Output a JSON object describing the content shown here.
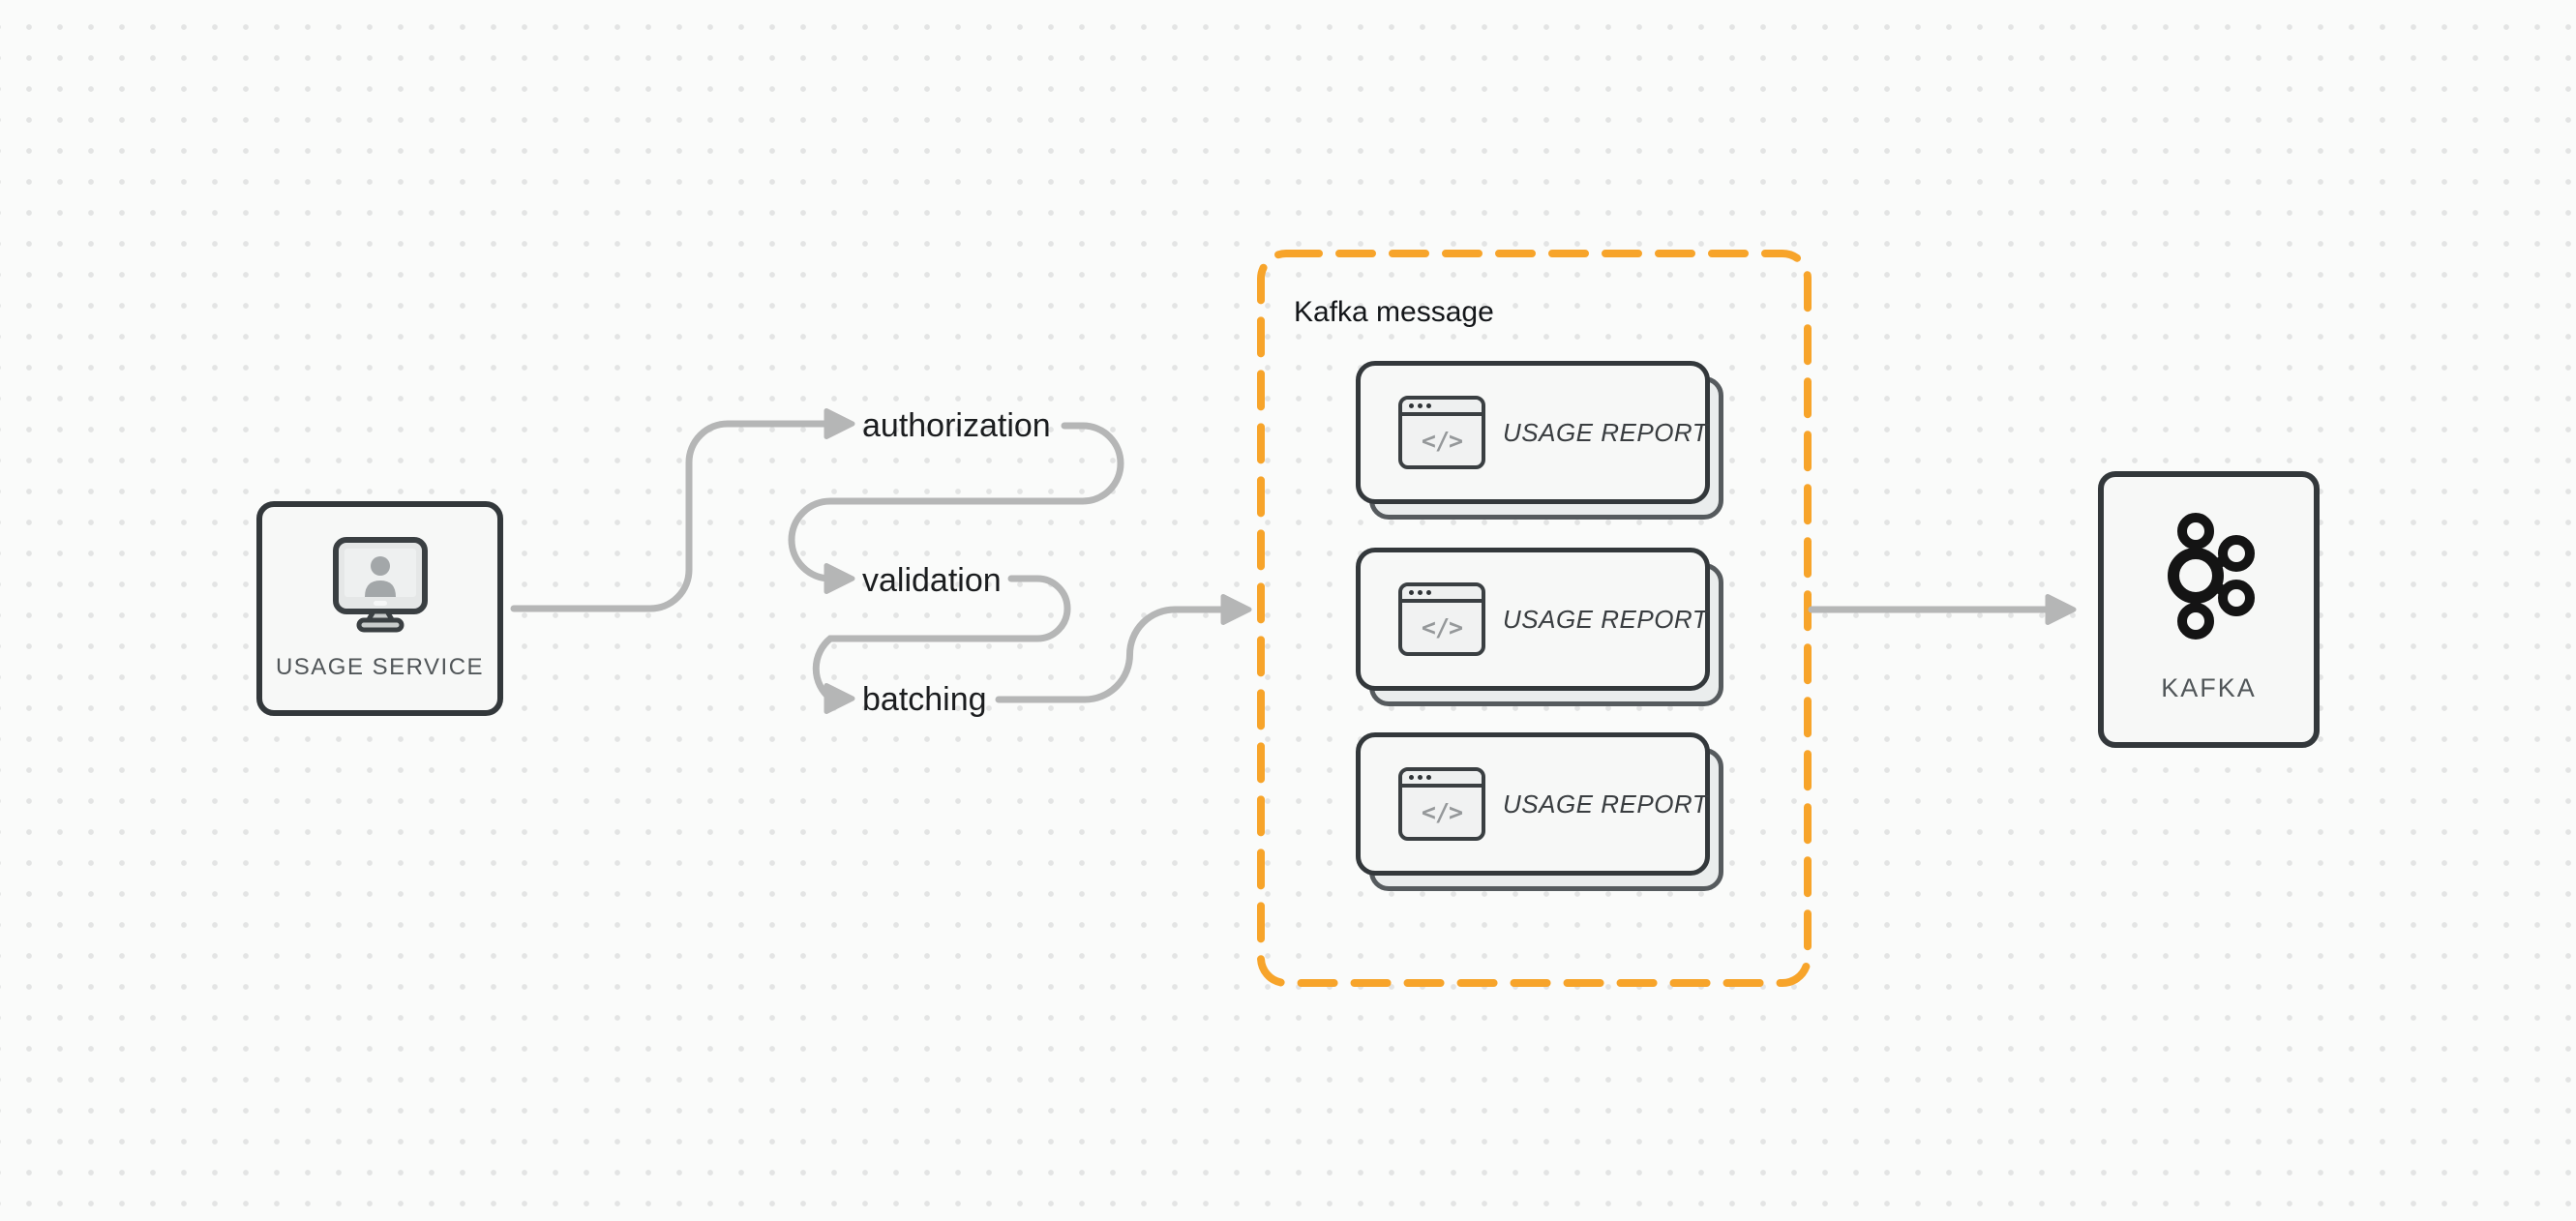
{
  "colors": {
    "arrow": "#b5b6b6",
    "accent_orange": "#f7a42a",
    "shape_border": "#33383b",
    "shape_bg": "#f7f8f7",
    "ghost_card_border": "#565b5e",
    "ghost_card_bg": "#eaeded",
    "step_text": "#1b1d1f",
    "title_text": "#131619",
    "report_text": "#393d40",
    "node_label_text": "#515659",
    "icon_outline": "#3a3f42",
    "icon_glyph": "#95989a",
    "dot_grid": "#e3e4e4",
    "canvas_bg": "#fafbfa",
    "kafka_logo": "#141414"
  },
  "nodes": {
    "usage_service": {
      "label": "USAGE SERVICE",
      "icon": "monitor-user-icon"
    },
    "kafka": {
      "label": "KAFKA",
      "icon": "kafka-logo-icon"
    }
  },
  "steps": [
    {
      "label": "authorization"
    },
    {
      "label": "validation"
    },
    {
      "label": "batching"
    }
  ],
  "kafka_message_group": {
    "title": "Kafka message",
    "cards": [
      {
        "label": "USAGE REPORT",
        "icon": "code-window-icon"
      },
      {
        "label": "USAGE REPORT",
        "icon": "code-window-icon"
      },
      {
        "label": "USAGE REPORT",
        "icon": "code-window-icon"
      }
    ]
  },
  "icons": {
    "card_glyph": "</>"
  }
}
